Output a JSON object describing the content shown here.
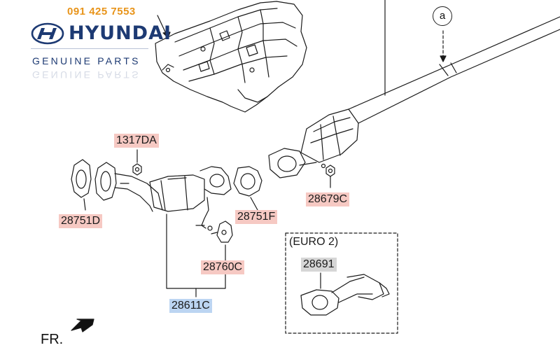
{
  "branding": {
    "phone": "091 425 7553",
    "brand": "HYUNDAI",
    "tagline": "GENUINE PARTS",
    "logo_icon": "hyundai-logo-icon",
    "colors": {
      "phone": "#e8941a",
      "brand": "#1d3a73"
    }
  },
  "callout": {
    "label": "a"
  },
  "parts": [
    {
      "code": "1317DA",
      "highlight": "red"
    },
    {
      "code": "28751D",
      "highlight": "red"
    },
    {
      "code": "28751F",
      "highlight": "red"
    },
    {
      "code": "28679C",
      "highlight": "red"
    },
    {
      "code": "28760C",
      "highlight": "red"
    },
    {
      "code": "28611C",
      "highlight": "blue"
    },
    {
      "code": "28691",
      "highlight": "gray"
    }
  ],
  "variant_box": {
    "title": "(EURO 2)"
  },
  "direction": {
    "label": "FR.",
    "icon": "front-arrow-icon"
  },
  "highlight_colors": {
    "red": "#f6c9c3",
    "blue": "#bcd5f2",
    "gray": "#d6d6d6"
  }
}
